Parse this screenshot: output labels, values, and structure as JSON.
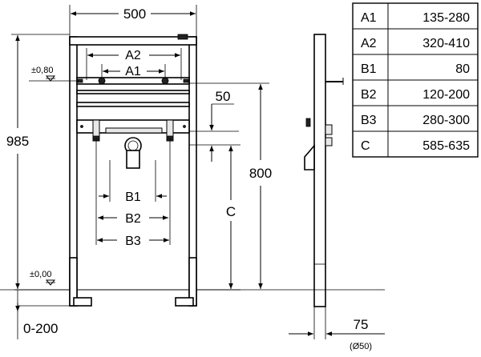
{
  "dimensions": {
    "total_width": "500",
    "a2": "A2",
    "a1": "A1",
    "offset_top": "±0,80",
    "offset_floor": "±0,00",
    "total_height": "985",
    "mounting_height": "800",
    "c": "C",
    "pipe_offset": "50",
    "b1": "B1",
    "b2": "B2",
    "b3": "B3",
    "floor_adjust": "0-200",
    "depth": "75",
    "pipe_diameter": "(Ø50)"
  },
  "table": {
    "rows": [
      {
        "key": "A1",
        "value": "135-280"
      },
      {
        "key": "A2",
        "value": "320-410"
      },
      {
        "key": "B1",
        "value": "80"
      },
      {
        "key": "B2",
        "value": "120-200"
      },
      {
        "key": "B3",
        "value": "280-300"
      },
      {
        "key": "C",
        "value": "585-635"
      }
    ]
  }
}
